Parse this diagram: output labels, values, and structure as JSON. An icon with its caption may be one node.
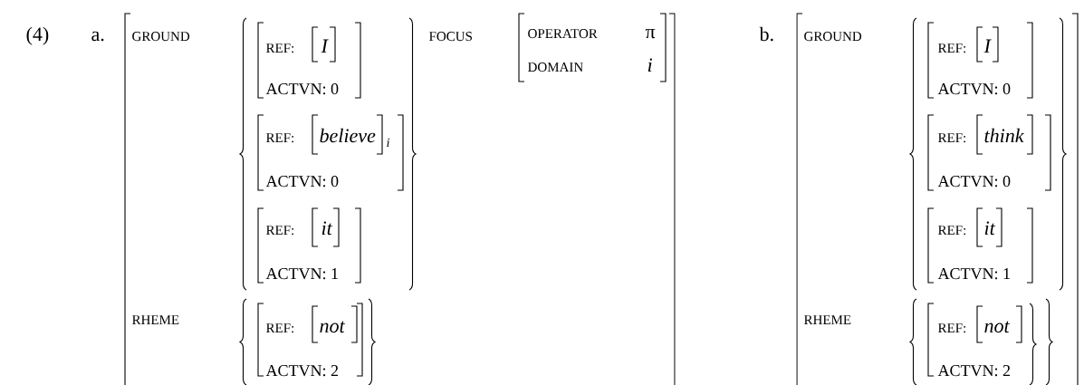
{
  "diagram": {
    "labels": [
      "(4)",
      "a.",
      "GROUND",
      "REF:",
      "I",
      "ACTVN: 0",
      "REF:",
      "believe",
      "i",
      "ACTVN: 0",
      "REF:",
      "it",
      "ACTVN: 1",
      "RHEME",
      "REF:",
      "not",
      "ACTVN: 2",
      "FOCUS",
      "OPERATOR",
      "π",
      "DOMAIN",
      "i",
      "b.",
      "GROUND",
      "REF:",
      "I",
      "ACTVN: 0",
      "REF:",
      "think",
      "ACTVN: 0",
      "REF:",
      "it",
      "ACTVN: 1",
      "RHEME",
      "REF:",
      "not",
      "ACTVN: 2"
    ]
  }
}
